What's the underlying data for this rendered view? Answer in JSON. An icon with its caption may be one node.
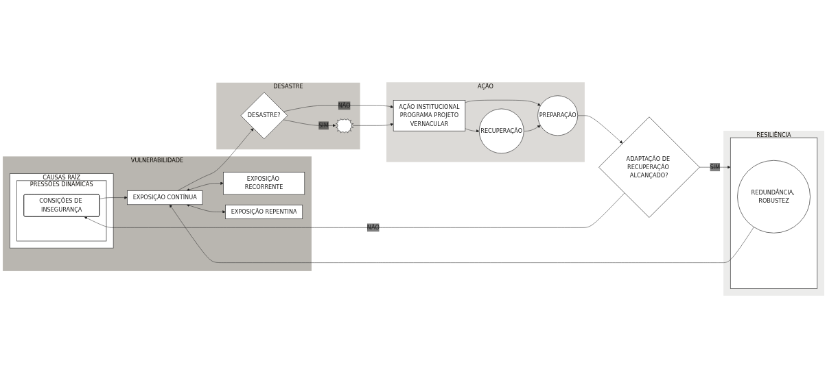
{
  "diagram": {
    "nodes": [
      {
        "text": [
          "VULNERABILIDADE"
        ]
      },
      {
        "text": [
          "CAUSAS RAÍZ"
        ],
        "in": 0
      },
      {
        "text": [
          "PRESSÕES DINÂMICAS"
        ],
        "in": 1
      },
      {
        "text": [
          "CONSIÇÕES DE INSEGURANÇA"
        ],
        "in": 2
      },
      {
        "text": [
          "EXPOSIÇÃO RECORRENTE"
        ],
        "in": 0
      },
      {
        "text": [
          "EXPOSIÇÃO CONTÍNUA"
        ],
        "in": 0
      },
      {
        "text": [
          "EXPOSIÇÃO REPENTINA"
        ],
        "in": 0
      },
      {
        "text": [
          "DESASTRE"
        ]
      },
      {
        "text": [
          "DESASTRE?"
        ],
        "in": 7
      },
      {
        "text": [],
        "shape": "star",
        "in": 7
      },
      {
        "text": [
          "AÇÃO"
        ]
      },
      {
        "text": [
          "AÇÃO INSTITUCIONAL",
          "PROGRAMA PROJETO",
          "VERNACULAR"
        ],
        "in": 10
      },
      {
        "text": [
          "PREPARAÇÃO"
        ],
        "in": 10
      },
      {
        "text": [
          "RECUPERAÇÃO"
        ],
        "in": 10
      },
      {
        "text": [
          "ADAPTAÇÃO DE RECUPERAÇÃO ALCANÇADO?"
        ]
      },
      {
        "text": [
          "RESILIÊNCIA"
        ]
      },
      {
        "text": [],
        "shape": "box",
        "in": 15
      },
      {
        "text": [
          "REDUNDÂNCIA, ROBUSTEZ"
        ],
        "in": 16
      }
    ],
    "edges": [
      {
        "from": 3,
        "to": 5,
        "arrow": "to"
      },
      {
        "from": 5,
        "to": 4,
        "arrow": "both"
      },
      {
        "from": 5,
        "to": 6,
        "arrow": "both"
      },
      {
        "from": 5,
        "to": 8,
        "arrow": "to"
      },
      {
        "from": 8,
        "to": 11,
        "arrow": "to",
        "label": "NÃO"
      },
      {
        "from": 8,
        "to": 9,
        "arrow": "to",
        "label": "SIM"
      },
      {
        "from": 9,
        "to": 11,
        "arrow": "to"
      },
      {
        "from": 11,
        "to": 12,
        "arrow": "to"
      },
      {
        "from": 11,
        "to": 13,
        "arrow": "to"
      },
      {
        "from": 13,
        "to": 12,
        "arrow": "to"
      },
      {
        "from": 12,
        "to": 14,
        "arrow": "to"
      },
      {
        "from": 14,
        "to": 16,
        "arrow": "to",
        "label": "SIM"
      },
      {
        "from": 14,
        "to": 3,
        "arrow": "to",
        "label": "NÃO"
      },
      {
        "from": 17,
        "to": 5,
        "arrow": "to"
      }
    ]
  }
}
